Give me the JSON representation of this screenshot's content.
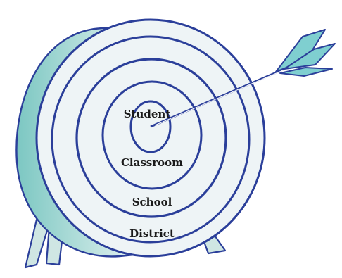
{
  "diagram": {
    "labels": {
      "student": "Student",
      "classroom": "Classroom",
      "school": "School",
      "district": "District"
    },
    "colors": {
      "ink": "#2b3f9a",
      "target_face": "#eef4f6",
      "target_side": "#9ed4cf",
      "arrow_fletch": "#7fcfd0",
      "label_text": "#1a1a1a"
    }
  }
}
